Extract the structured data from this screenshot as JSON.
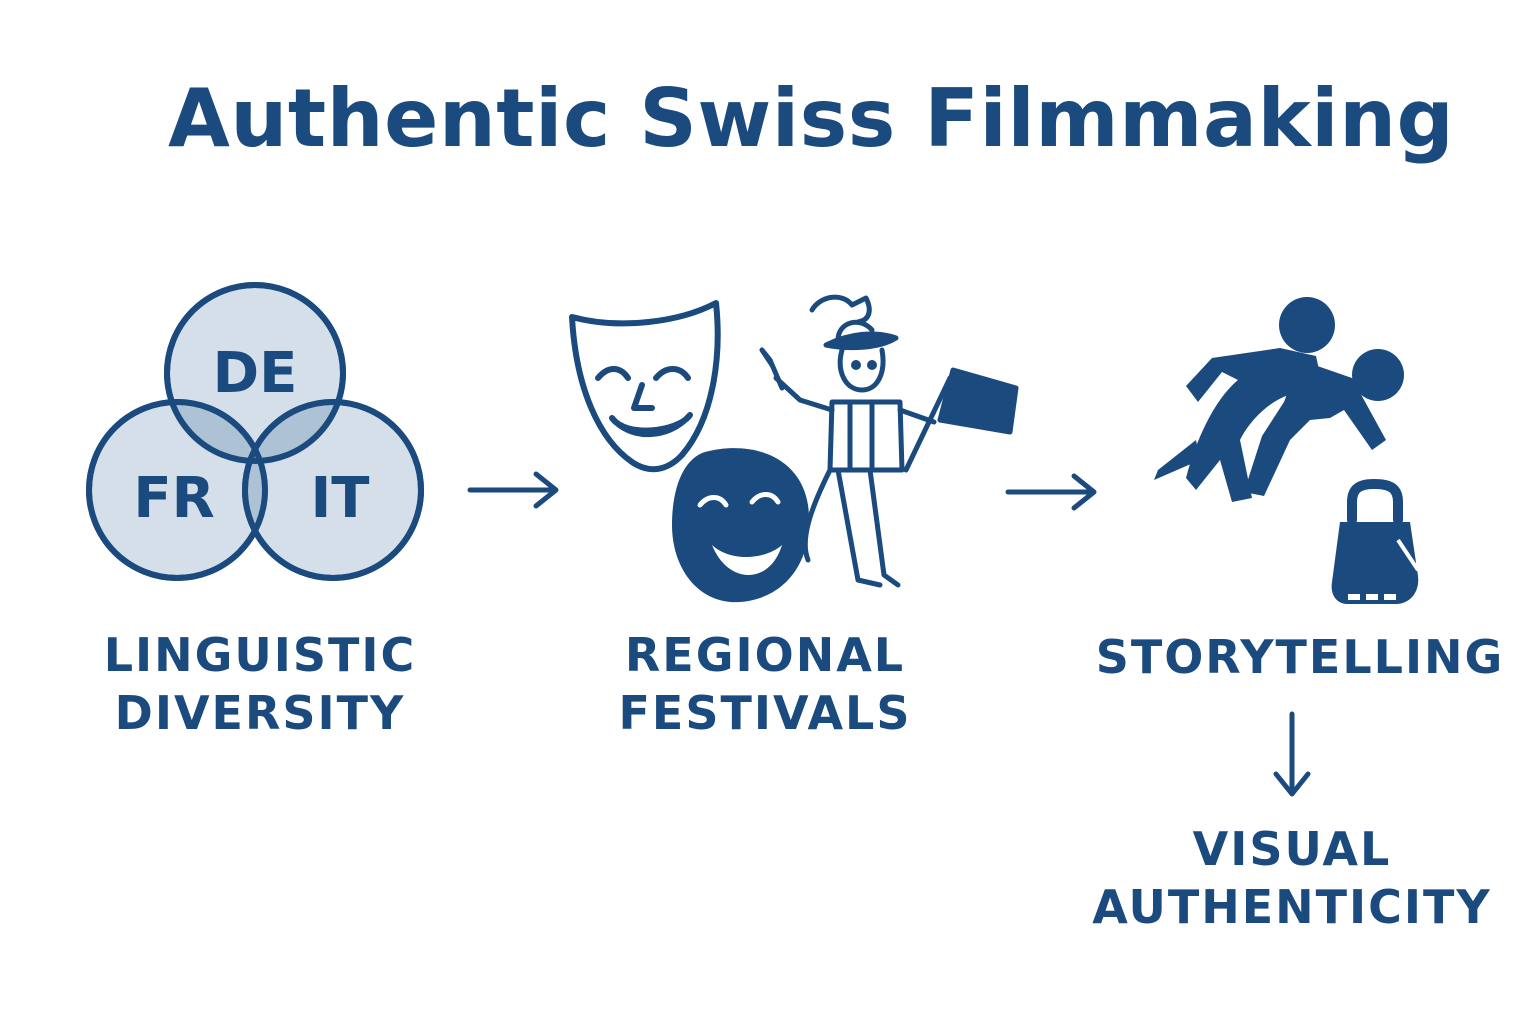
{
  "title": "Authentic Swiss Filmmaking",
  "colors": {
    "primary": "#1b4a7e",
    "venn_fill": "#cfdbe7",
    "background": "#ffffff"
  },
  "venn": {
    "top": "DE",
    "left": "FR",
    "right": "IT"
  },
  "stages": {
    "linguistic": {
      "line1": "LINGUISTIC",
      "line2": "DIVERSITY",
      "icon": "venn-diagram-icon"
    },
    "festivals": {
      "line1": "REGIONAL",
      "line2": "FESTIVALS",
      "icon": "theater-masks-and-flag-bearer-icon"
    },
    "storytelling": {
      "line1": "STORYTELLING",
      "icon": "climbers-and-backpack-icon"
    },
    "visual": {
      "line1": "VISUAL",
      "line2": "AUTHENTICITY"
    }
  }
}
